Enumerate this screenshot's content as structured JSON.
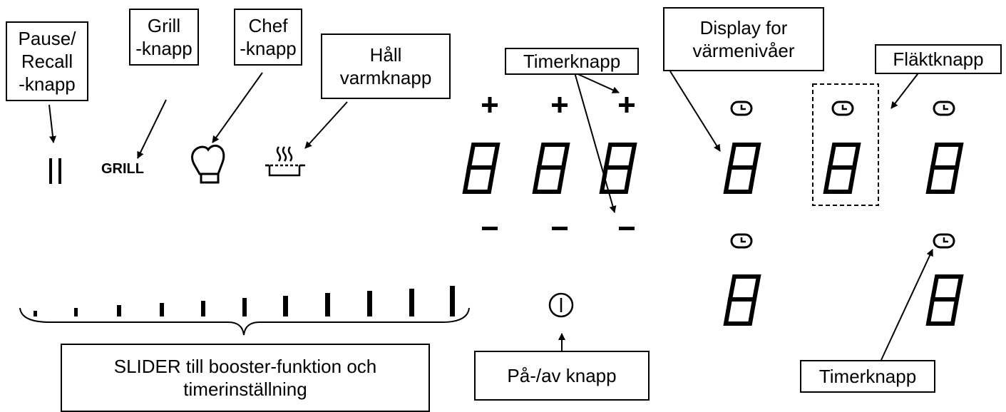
{
  "labels": {
    "pause": "Pause/\nRecall\n-knapp",
    "grill": "Grill\n-knapp",
    "chef": "Chef\n-knapp",
    "keepwarm": "Håll\nvarmknapp",
    "timer_top": "Timerknapp",
    "display": "Display for\nvärmenivåer",
    "fan": "Fläktknapp",
    "slider": "SLIDER till booster-funktion och\ntimerinställning",
    "power": "På-/av knapp",
    "timer_bottom": "Timerknapp"
  },
  "icons": {
    "grill_text": "GRILL",
    "plus": "+",
    "minus": "−"
  }
}
